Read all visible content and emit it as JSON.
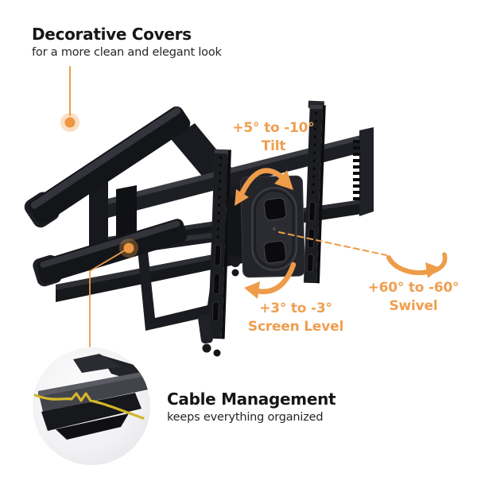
{
  "product": "full-motion TV wall mount infographic",
  "colors": {
    "accent_orange": "#EF9F50",
    "text_dark": "#161616",
    "mount_black": "#17181C",
    "cable_yellow": "#D4B62A",
    "background": "#FFFFFF"
  },
  "features": {
    "decorative_covers": {
      "title": "Decorative Covers",
      "subtitle": "for a more clean and elegant look"
    },
    "tilt": {
      "range": "+5° to -10°",
      "label": "Tilt"
    },
    "swivel": {
      "range": "+60° to -60°",
      "label": "Swivel"
    },
    "screen_level": {
      "range": "+3° to -3°",
      "label": "Screen Level"
    },
    "cable_management": {
      "title": "Cable Management",
      "subtitle": "keeps everything organized"
    }
  },
  "icons": {
    "tilt_arrow": "curved-double-arrow",
    "swivel_arrow": "rotate-ellipse-arrow",
    "screen_level_arrow": "curved-arrow",
    "callouts": "orange-dot-with-halo-and-leader-line",
    "connector": "orange-dashed-line",
    "inset": "circular-closeup-of-arm-with-yellow-cable"
  }
}
